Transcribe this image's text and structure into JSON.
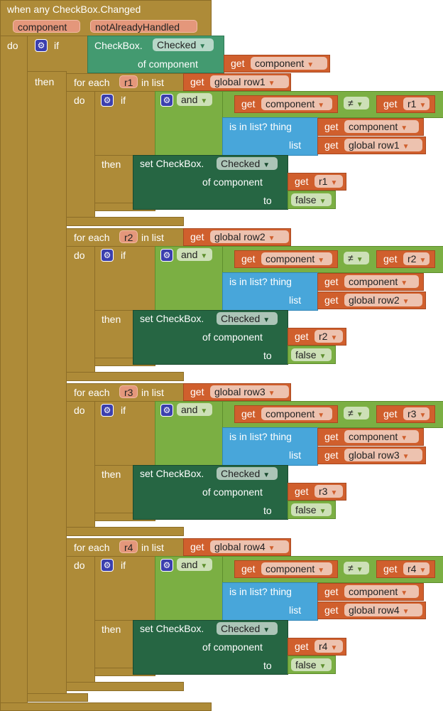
{
  "event": {
    "title": "when any CheckBox.Changed",
    "params": [
      "component",
      "notAlreadyHandled"
    ],
    "do_label": "do"
  },
  "outer_if": {
    "if_label": "if",
    "then_label": "then",
    "getter_prefix": "CheckBox.",
    "getter_property": "Checked",
    "of_component_label": "of component",
    "get_label": "get",
    "get_var": "component"
  },
  "groups": [
    {
      "for_each": "for each",
      "var": "r1",
      "in_list": "in list",
      "list_var": "global row1"
    },
    {
      "for_each": "for each",
      "var": "r2",
      "in_list": "in list",
      "list_var": "global row2"
    },
    {
      "for_each": "for each",
      "var": "r3",
      "in_list": "in list",
      "list_var": "global row3"
    },
    {
      "for_each": "for each",
      "var": "r4",
      "in_list": "in list",
      "list_var": "global row4"
    }
  ],
  "common": {
    "do": "do",
    "if": "if",
    "then": "then",
    "and": "and",
    "get": "get",
    "component": "component",
    "neq": "≠",
    "is_in_list_thing": "is in list? thing",
    "list": "list",
    "set_checkbox": "set CheckBox.",
    "checked": "Checked",
    "of_component": "of component",
    "to": "to",
    "false": "false",
    "dropdown_arrow": "▼"
  },
  "colors": {
    "control": "#AE8B38",
    "variable": "#D05F2D",
    "component_getter": "#439A70",
    "logic": "#7BAF43",
    "list": "#48A6DA",
    "component_setter": "#266643"
  }
}
